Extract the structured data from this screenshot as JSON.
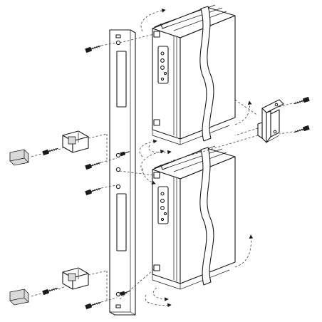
{
  "figure": {
    "kind": "exploded-assembly-drawing",
    "components": [
      {
        "id": "mounting-plate",
        "icon": "vertical-mounting-plate"
      },
      {
        "id": "module-top",
        "icon": "electronic-module"
      },
      {
        "id": "module-bottom",
        "icon": "electronic-module"
      },
      {
        "id": "bracket",
        "icon": "u-bracket"
      },
      {
        "id": "clip-top",
        "icon": "cable-clip"
      },
      {
        "id": "clip-bottom",
        "icon": "cable-clip"
      },
      {
        "id": "cover-cap-top",
        "icon": "cover-cap"
      },
      {
        "id": "cover-cap-bottom",
        "icon": "cover-cap"
      },
      {
        "id": "screws",
        "icon": "screw",
        "count": 9
      }
    ],
    "colors": {
      "line": "#1a1a1a",
      "shade": "#d9d9d9",
      "background": "#ffffff"
    }
  }
}
